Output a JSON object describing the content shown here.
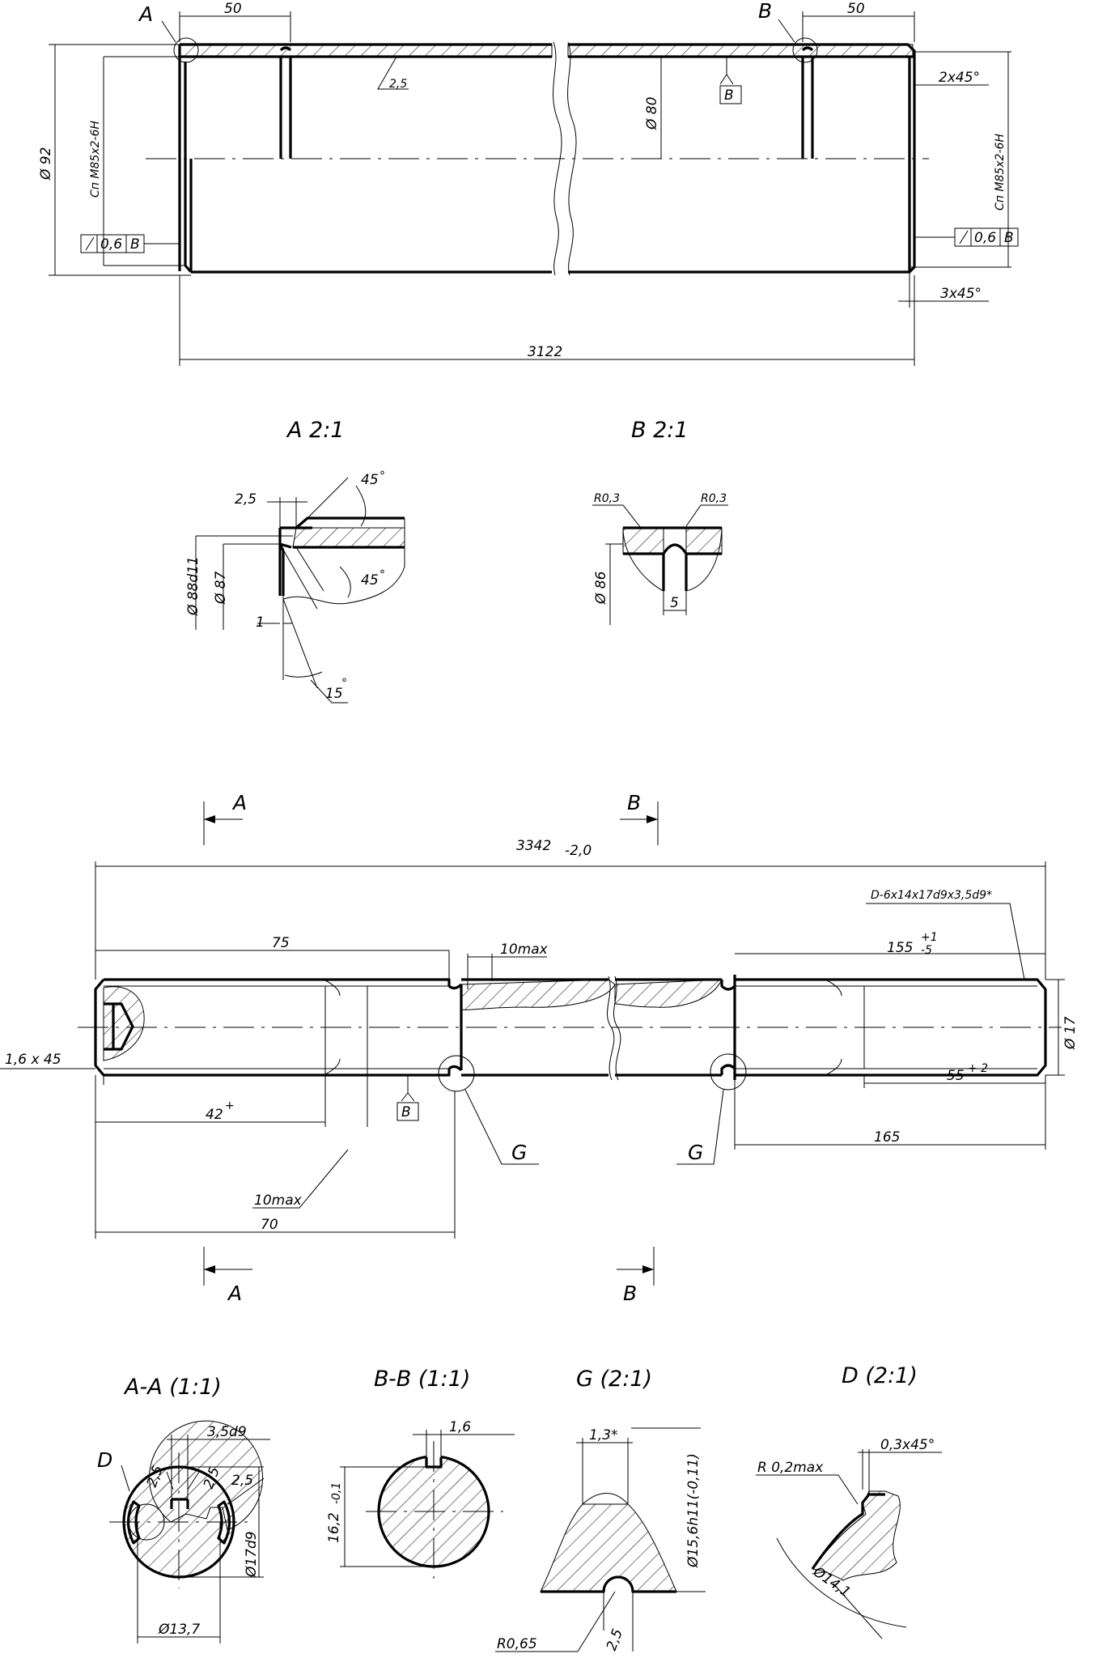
{
  "top_view": {
    "label_A": "A",
    "label_B": "B",
    "dim_left_50": "50",
    "dim_right_50": "50",
    "wall": "2,5",
    "dia_80": "Ø 80",
    "dia_92": "Ø 92",
    "datum_B": "B",
    "thread_left": "Сп M85x2-6H",
    "thread_right": "Сп M85x2-6H",
    "chamfer_top": "2x45°",
    "chamfer_bottom": "3x45°",
    "runout_left": {
      "value": "0,6",
      "datum": "B"
    },
    "runout_right": {
      "value": "0,6",
      "datum": "B"
    },
    "length": "3122"
  },
  "detail_A": {
    "title": "A 2:1",
    "dim_25": "2,5",
    "angle_45_top": "45",
    "angle_45_bottom": "45",
    "deg": "°",
    "dia_88": "Ø 88d11",
    "dia_87": "Ø 87",
    "dim_1": "1",
    "angle_15": "15"
  },
  "detail_B": {
    "title": "B 2:1",
    "r_left": "R0,3",
    "r_right": "R0,3",
    "dia_86": "Ø 86",
    "dim_5": "5"
  },
  "shaft_view": {
    "section_A_top": "A",
    "section_B_top": "B",
    "section_A_bottom": "A",
    "section_B_bottom": "B",
    "total_length": "3342",
    "total_tol": "-2,0",
    "spline": "D-6x14x17d9x3,5d9*",
    "dim_75": "75",
    "dim_10max_top": "10max",
    "dim_155": "155",
    "tol_155_upper": "+1",
    "tol_155_lower": "-5",
    "dia_17": "Ø 17",
    "chamfer": "1,6   x  45",
    "datum_B": "B",
    "dim_42": "42",
    "tol_42": "+",
    "dim_55": "55",
    "tol_55": "+ 2",
    "dim_165": "165",
    "label_G_left": "G",
    "label_G_right": "G",
    "dim_10max_bottom": "10max",
    "dim_70": "70"
  },
  "section_AA": {
    "title": "A-A (1:1)",
    "dim_35d9": "3,5d9",
    "label_D": "D",
    "dim_25_a": "2,5",
    "dim_25_b": "2,5",
    "dim_25_c": "2,5",
    "dia_17d9": "Ø17d9",
    "dia_137": "Ø13,7"
  },
  "section_BB": {
    "title": "B-B (1:1)",
    "dim_16": "1,6",
    "dim_162": "16,2",
    "tol_162": "-0,1"
  },
  "detail_G": {
    "title": "G (2:1)",
    "dim_13": "1,3*",
    "dia_156": "Ø15,6h11(-0,11)",
    "r_065": "R0,65",
    "dim_25": "2,5"
  },
  "detail_D": {
    "title": "D (2:1)",
    "chamfer": "0,3x45°",
    "radius": "R 0,2max",
    "dia_141": "Ø14,1"
  }
}
